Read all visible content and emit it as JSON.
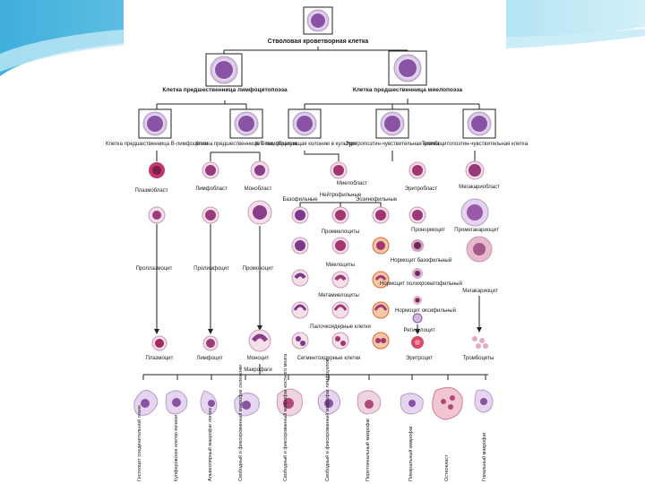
{
  "colors": {
    "background_swoosh": "#5bc0de",
    "cell_nucleus": "#8b4f9e",
    "cell_cytoplasm": "#ede6f4",
    "cell_red": "#d24a6a",
    "eosin": "#e06a2c"
  },
  "top": {
    "stem_cell": "Стволовая кроветворная клетка",
    "lympho_precursor": "Клетка предшественница лимфоцитопоэза",
    "myelo_precursor": "Клетка предшественница миелопоэза"
  },
  "precursors": {
    "b": "Клетка предшественница В-лимфоцитов",
    "t": "Клетка предшественница Т-лимфоцитов",
    "cfu": "Клетка, образующая колонию в культуре",
    "erythro": "Эритропоэтин-чувствительная клетка",
    "thrombo": "Тромбоцитопоэтин-чувствительная клетка"
  },
  "blasts": {
    "plasmablast": "Плазмобласт",
    "lymphoblast": "Лимфобласт",
    "monoblast": "Монобласт",
    "myeloblast": "Миелобласт",
    "erythroblast": "Эритробласт",
    "megakaryoblast": "Мегакариобласт",
    "neutrophilic": "Нейтрофильные",
    "basophilic": "Базофильные",
    "eosinophilic": "Эозинофильные"
  },
  "stages": {
    "proplasmocyte": "Проплазмоцит",
    "prolymphocyte": "Пролимфоцит",
    "promonocyte": "Промоноцит",
    "promyelocytes": "Промиелоциты",
    "myelocytes": "Миелоциты",
    "metamyelocytes": "Метамиелоциты",
    "band": "Палочкоядерные клетки",
    "pronormocyte": "Пронормоцит",
    "promegakaryocyte": "Промегакариоцит",
    "normo_baso": "Нормоцит базофильный",
    "normo_poly": "Нормоцит полихроматофильный",
    "normo_oxy": "Нормоцит оксифильный",
    "megakaryocyte": "Мегакариоцит",
    "reticulocyte": "Ретикулоцит"
  },
  "mature": {
    "plasmocyte": "Плазмоцит",
    "lymphocyte": "Лимфоцит",
    "monocyte": "Моноцит",
    "segmented": "Сегментоядерные клетки",
    "erythrocyte": "Эритроцит",
    "platelets": "Тромбоциты"
  },
  "macrophages": {
    "title": "Макрофаги",
    "items": [
      "Гистиоцит соединительной ткани",
      "Купферовские клетки печени",
      "Альвеолярный макрофаг легких",
      "Свободный и фиксированный макрофаг селезенки",
      "Свободный и фиксированный макрофаг костного мозга",
      "Свободный и фиксированный макрофаг лимфоузлов",
      "Перитонеальный макрофаг",
      "Плевральный макрофаг",
      "Остеокласт",
      "Глиальный макрофаг"
    ]
  }
}
